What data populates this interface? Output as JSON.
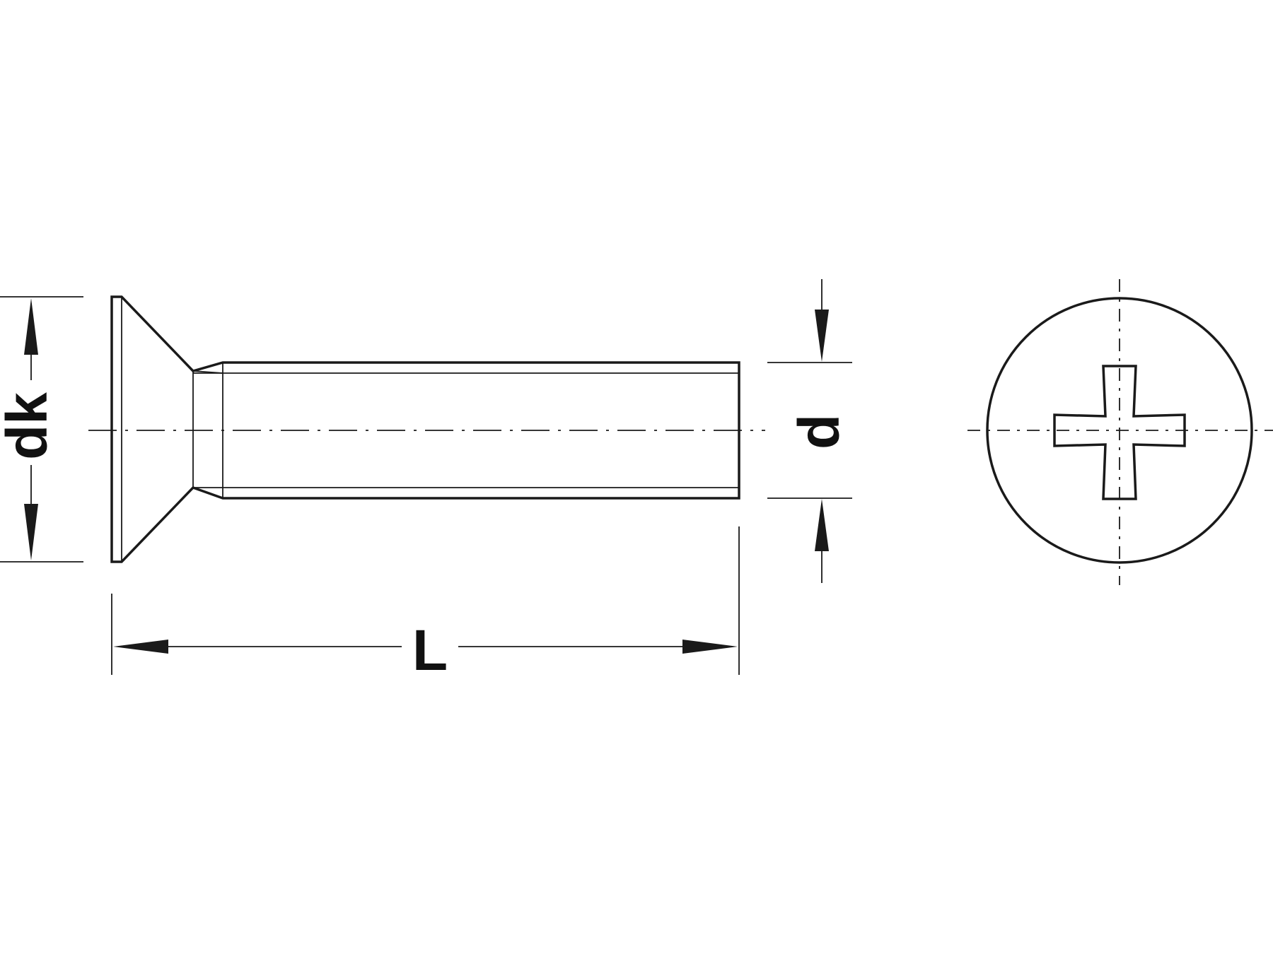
{
  "labels": {
    "head_diameter": "dk",
    "thread_diameter": "d",
    "length": "L"
  },
  "colors": {
    "line": "#1a1a1a",
    "background": "#ffffff"
  }
}
